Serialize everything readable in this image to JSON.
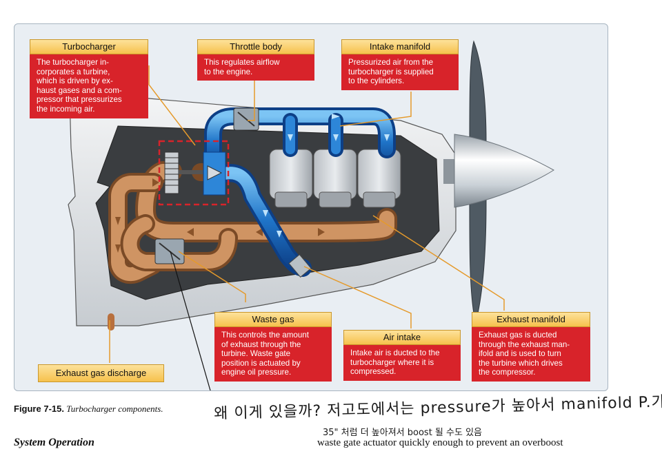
{
  "callouts": {
    "turbocharger": {
      "title": "Turbocharger",
      "lines": [
        "The turbocharger in-",
        "corporates a turbine,",
        "which is driven by ex-",
        "haust gases and a com-",
        "pressor that pressurizes",
        "the incoming air."
      ]
    },
    "throttle_body": {
      "title": "Throttle body",
      "lines": [
        "This regulates airflow",
        "to the engine."
      ]
    },
    "intake_manifold": {
      "title": "Intake manifold",
      "lines": [
        "Pressurized air from the",
        "turbocharger is supplied",
        "to the cylinders."
      ]
    },
    "waste_gas": {
      "title": "Waste gas",
      "lines": [
        "This controls the amount",
        "of exhaust through the",
        "turbine. Waste gate",
        "position is actuated by",
        "engine oil pressure."
      ]
    },
    "air_intake": {
      "title": "Air intake",
      "lines": [
        "Intake air is ducted to the",
        "turbocharger where it is",
        "compressed."
      ]
    },
    "exhaust_manifold": {
      "title": "Exhaust manifold",
      "lines": [
        "Exhaust gas is ducted",
        "through the exhaust man-",
        "ifold and is used to turn",
        "the turbine which drives",
        "the compressor."
      ]
    },
    "exhaust_discharge": {
      "title": "Exhaust gas discharge"
    }
  },
  "caption": {
    "label": "Figure 7-15.",
    "text": "Turbocharger components."
  },
  "handwriting": {
    "line1": "왜 이게 있을까? 저고도에서는 pressure가 높아서 manifold P.가",
    "line2": "35\" 처럼 더 높아져서 boost 될 수도 있음"
  },
  "page_text": {
    "section_heading": "System Operation",
    "body_fragment": "waste gate actuator quickly enough to prevent an overboost"
  },
  "colors": {
    "callout_header": "#f6c14c",
    "callout_body": "#d8232a",
    "intake_air": "#1f74c8",
    "exhaust_gas": "#c98a55",
    "leader_line": "#e59a2b"
  }
}
